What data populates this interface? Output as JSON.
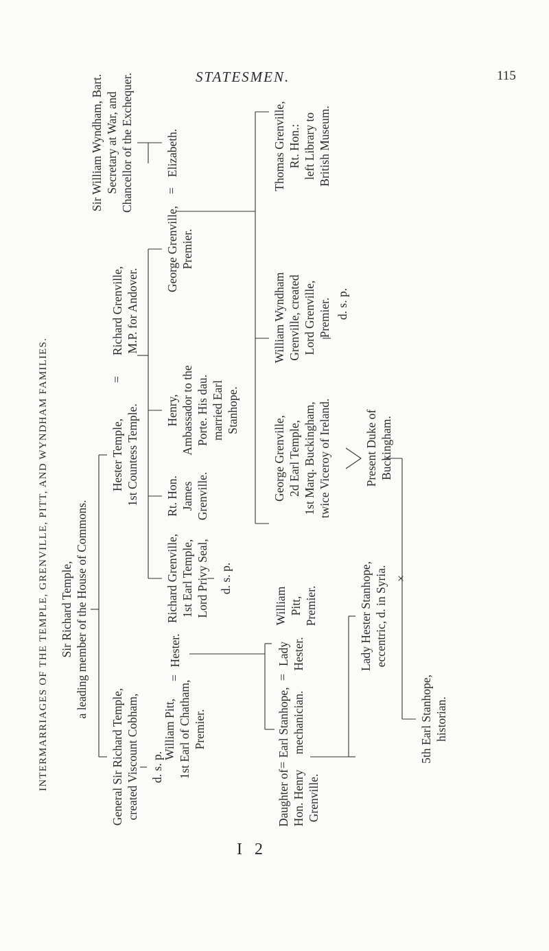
{
  "page": {
    "running_head": "STATESMEN.",
    "page_number": "115",
    "signature": "I 2"
  },
  "table_title": "Intermarriages of the Temple, Grenville, Pitt, and Wyndham Families.",
  "symbols": {
    "marriage": "=",
    "cousin_marriage": "×"
  },
  "people": {
    "richard_temple_senior": {
      "lines": [
        "Sir Richard Temple,",
        "a leading member of the House of Commons."
      ]
    },
    "general_richard_temple": {
      "lines": [
        "General Sir Richard Temple,",
        "created Viscount Cobham,"
      ]
    },
    "general_richard_temple_issue": "d. s. p.",
    "hester_temple": {
      "lines": [
        "Hester Temple,",
        "1st Countess Temple."
      ]
    },
    "richard_grenville_andover": {
      "lines": [
        "Richard Grenville,",
        "M.P. for Andover."
      ]
    },
    "william_wyndham": {
      "lines": [
        "Sir William Wyndham, Bart.",
        "Secretary at War, and",
        "Chancellor of the Exchequer."
      ]
    },
    "william_pitt_chatham": {
      "lines": [
        "William Pitt,",
        "1st Earl of Chatham,",
        "Premier."
      ]
    },
    "hester_grenville": {
      "lines": [
        "Hester."
      ]
    },
    "richard_grenville_earl": {
      "lines": [
        "Richard Grenville,",
        "1st Earl Temple,",
        "Lord Privy Seal,"
      ]
    },
    "richard_grenville_earl_issue": "d. s. p.",
    "james_grenville": {
      "lines": [
        "Rt. Hon.",
        "James",
        "Grenville."
      ]
    },
    "henry_grenville": {
      "lines": [
        "Henry,",
        "Ambassador to the",
        "Porte.  His dau.",
        "married Earl",
        "Stanhope."
      ]
    },
    "george_grenville_premier": {
      "lines": [
        "George Grenville,",
        "Premier."
      ]
    },
    "elizabeth_wyndham": {
      "lines": [
        "Elizabeth."
      ]
    },
    "henry_grenville_daughter": {
      "lines": [
        "Daughter of",
        "Hon. Henry",
        "Grenville."
      ]
    },
    "earl_stanhope": {
      "lines": [
        "Earl Stanhope,",
        "mechanician."
      ]
    },
    "lady_hester_pitt": {
      "lines": [
        "Lady",
        "Hester."
      ]
    },
    "william_pitt_younger": {
      "lines": [
        "William",
        "Pitt,",
        "Premier."
      ]
    },
    "george_grenville_marquess": {
      "lines": [
        "George Grenville,",
        "2d Earl Temple,",
        "1st Marq. Buckingham,",
        "twice Viceroy of Ireland."
      ]
    },
    "william_wyndham_grenville": {
      "lines": [
        "William Wyndham",
        "Grenville, created",
        "Lord Grenville,",
        "Premier."
      ]
    },
    "william_wyndham_grenville_issue": "d. s. p.",
    "thomas_grenville": {
      "lines": [
        "Thomas Grenville,",
        "Rt. Hon.:",
        "left Library to",
        "British Museum."
      ]
    },
    "fifth_earl_stanhope": {
      "lines": [
        "5th Earl Stanhope,",
        "historian."
      ]
    },
    "lady_hester_stanhope": {
      "lines": [
        "Lady Hester Stanhope,",
        "eccentric, d. in Syria."
      ]
    },
    "duke_of_buckingham": {
      "lines": [
        "Present Duke of",
        "Buckingham."
      ]
    }
  }
}
